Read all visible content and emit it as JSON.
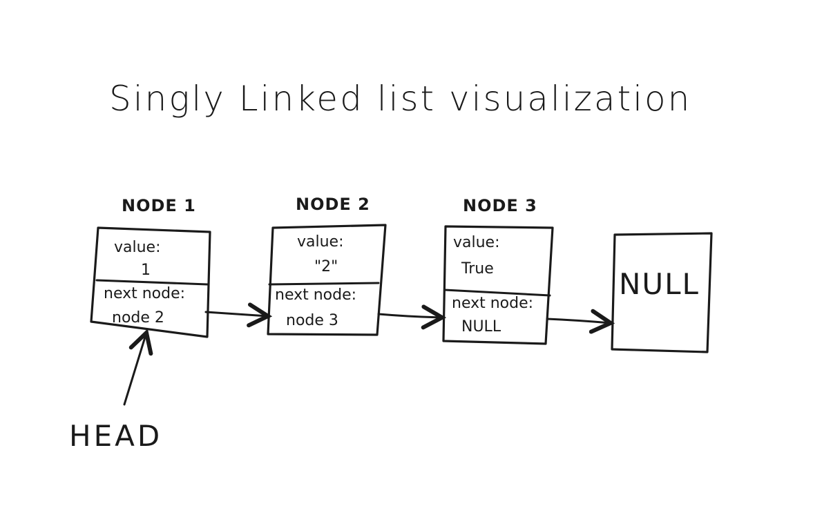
{
  "title": "Singly Linked list visualization",
  "nodes": [
    {
      "label": "NODE 1",
      "value_label": "value:",
      "value": "1",
      "next_label": "next node:",
      "next": "node 2"
    },
    {
      "label": "NODE 2",
      "value_label": "value:",
      "value": "\"2\"",
      "next_label": "next node:",
      "next": "node 3"
    },
    {
      "label": "NODE 3",
      "value_label": "value:",
      "value": "True",
      "next_label": "next node:",
      "next": "NULL"
    }
  ],
  "terminal": {
    "label": "NULL"
  },
  "head": {
    "label": "HEAD"
  },
  "colors": {
    "ink": "#1a1a1a",
    "background": "#ffffff"
  }
}
